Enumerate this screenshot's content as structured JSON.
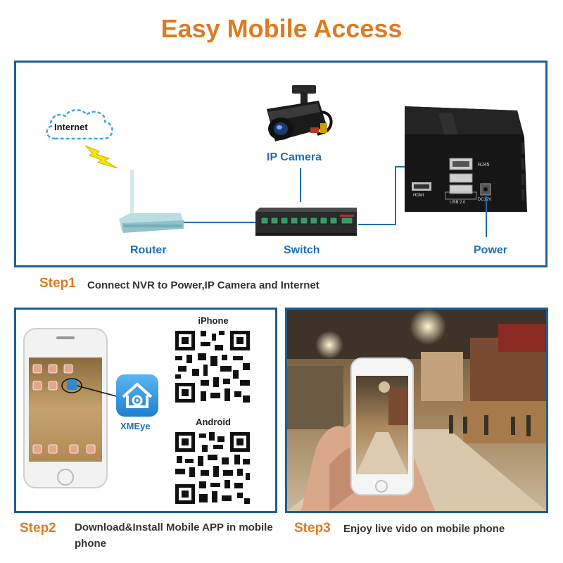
{
  "title": "Easy Mobile Access",
  "colors": {
    "accent": "#e07a20",
    "frame": "#1f5f91",
    "label": "#1f6fb0"
  },
  "diagram": {
    "internet_label": "Internet",
    "camera_label": "IP Camera",
    "router_label": "Router",
    "switch_label": "Switch",
    "power_label": "Power",
    "nvr_ports": {
      "rj45": "RJ45",
      "hdmi": "HDMI",
      "usb": "USB 2.0",
      "dc": "DC12V"
    }
  },
  "steps": [
    {
      "label": "Step1",
      "text": "Connect NVR to Power,IP Camera and Internet"
    },
    {
      "label": "Step2",
      "text": "Download&Install Mobile  APP in mobile phone"
    },
    {
      "label": "Step3",
      "text": "Enjoy live vido on mobile phone"
    }
  ],
  "app": {
    "name": "XMEye",
    "iphone_label": "iPhone",
    "android_label": "Android"
  }
}
